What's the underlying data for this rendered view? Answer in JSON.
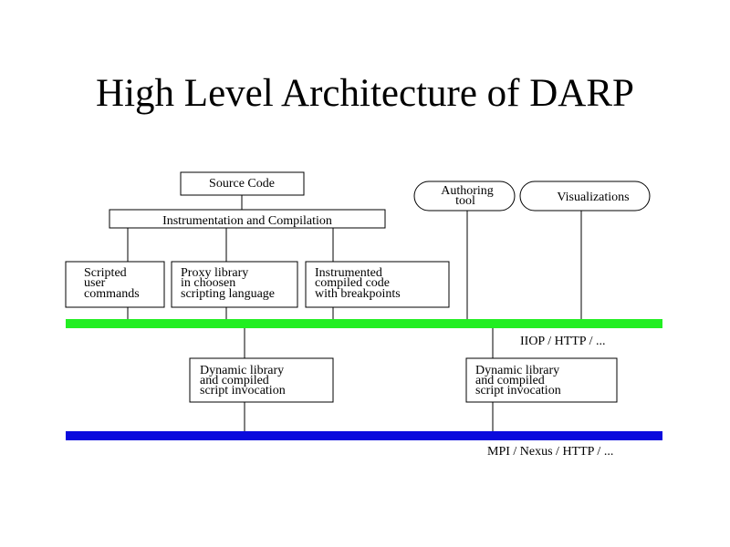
{
  "title": "High Level Architecture of DARP",
  "boxes": {
    "source_code": "Source Code",
    "instrumentation": "Instrumentation  and  Compilation",
    "authoring_tool": [
      "Authoring",
      "tool"
    ],
    "visualizations": "Visualizations",
    "scripted_user_commands": [
      "Scripted",
      "user",
      "commands"
    ],
    "proxy_library": [
      "Proxy library",
      "in choosen",
      "scripting language"
    ],
    "instrumented_code": [
      "Instrumented",
      "compiled code",
      "with breakpoints"
    ],
    "dynamic_library_left": [
      "Dynamic library",
      "and compiled",
      "script invocation"
    ],
    "dynamic_library_right": [
      "Dynamic library",
      "and compiled",
      "script invocation"
    ]
  },
  "buses": {
    "upper": {
      "label": "IIOP / HTTP / ...",
      "color": "#22ee22"
    },
    "lower": {
      "label": "MPI / Nexus /  HTTP / ...",
      "color": "#0b0bdd"
    }
  }
}
